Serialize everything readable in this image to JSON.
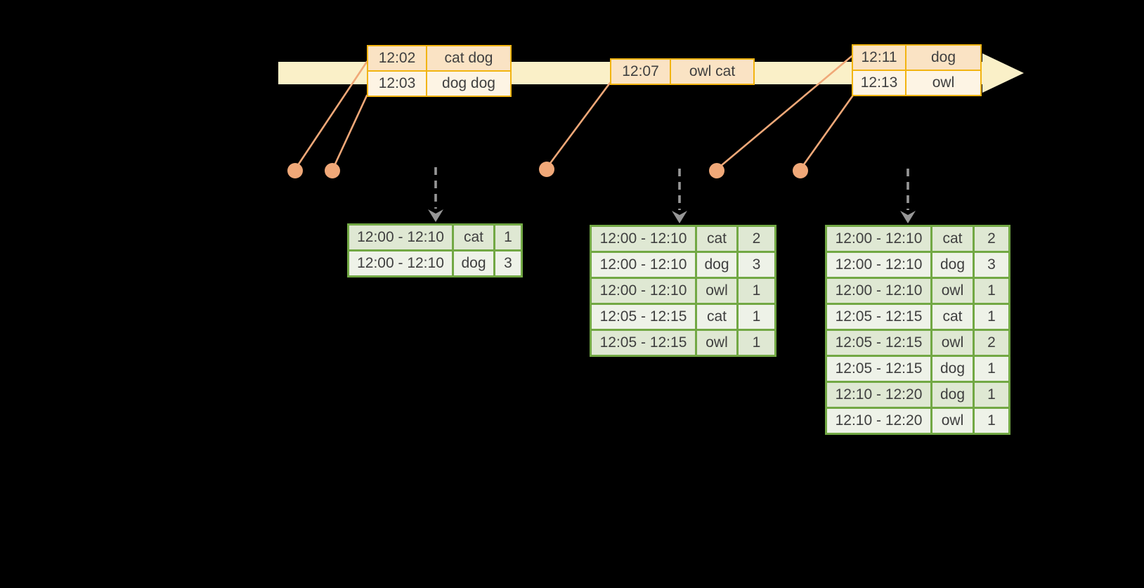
{
  "colors": {
    "background": "#000000",
    "timeline_band": "#faf0c8",
    "orange_border": "#f2b411",
    "orange_row_dark": "#fae3c4",
    "orange_row_light": "#fdf4e4",
    "salmon": "#f0a878",
    "green_border": "#72a844",
    "green_row_dark": "#dfe8d3",
    "green_row_light": "#eef2e8",
    "gray_arrow": "#979797",
    "table_text": "#3f3f3f"
  },
  "timeline": {
    "event_tables": [
      {
        "rows": [
          {
            "time": "12:02",
            "words": "cat dog"
          },
          {
            "time": "12:03",
            "words": "dog dog"
          }
        ]
      },
      {
        "rows": [
          {
            "time": "12:07",
            "words": "owl cat"
          }
        ]
      },
      {
        "rows": [
          {
            "time": "12:11",
            "words": "dog"
          },
          {
            "time": "12:13",
            "words": "owl"
          }
        ]
      }
    ]
  },
  "result_tables": [
    {
      "rows": [
        {
          "window": "12:00 - 12:10",
          "word": "cat",
          "count": "1"
        },
        {
          "window": "12:00 - 12:10",
          "word": "dog",
          "count": "3"
        }
      ]
    },
    {
      "rows": [
        {
          "window": "12:00 - 12:10",
          "word": "cat",
          "count": "2"
        },
        {
          "window": "12:00 - 12:10",
          "word": "dog",
          "count": "3"
        },
        {
          "window": "12:00 - 12:10",
          "word": "owl",
          "count": "1"
        },
        {
          "window": "12:05 - 12:15",
          "word": "cat",
          "count": "1"
        },
        {
          "window": "12:05 - 12:15",
          "word": "owl",
          "count": "1"
        }
      ]
    },
    {
      "rows": [
        {
          "window": "12:00 - 12:10",
          "word": "cat",
          "count": "2"
        },
        {
          "window": "12:00 - 12:10",
          "word": "dog",
          "count": "3"
        },
        {
          "window": "12:00 - 12:10",
          "word": "owl",
          "count": "1"
        },
        {
          "window": "12:05 - 12:15",
          "word": "cat",
          "count": "1"
        },
        {
          "window": "12:05 - 12:15",
          "word": "owl",
          "count": "2"
        },
        {
          "window": "12:05 - 12:15",
          "word": "dog",
          "count": "1"
        },
        {
          "window": "12:10 - 12:20",
          "word": "dog",
          "count": "1"
        },
        {
          "window": "12:10 - 12:20",
          "word": "owl",
          "count": "1"
        }
      ]
    }
  ]
}
